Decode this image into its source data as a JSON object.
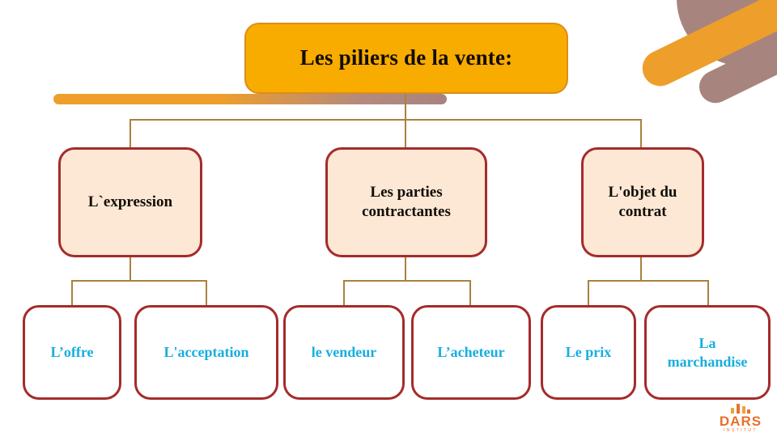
{
  "slide": {
    "background_color": "#FFFFFF",
    "title": {
      "label": "Les piliers de la vente:",
      "fill_color": "#F9AC00",
      "border_color": "#D98E1A",
      "text_color": "#120D05"
    },
    "level2": {
      "fill_color": "#FCE8D5",
      "border_color": "#A52B2B",
      "text_color": "#120D05",
      "nodes": [
        {
          "label": "L`expression"
        },
        {
          "label": "Les parties\ncontractantes"
        },
        {
          "label": "L'objet du\ncontrat"
        }
      ]
    },
    "level3": {
      "fill_color": "#FFFFFF",
      "border_color": "#A52B2B",
      "text_color": "#16AEE0",
      "nodes": [
        {
          "label": "L’offre"
        },
        {
          "label": "L'acceptation"
        },
        {
          "label": "le vendeur"
        },
        {
          "label": "L’acheteur"
        },
        {
          "label": "Le prix"
        },
        {
          "label": "La\nmarchandise"
        }
      ]
    },
    "connector_color": "#A9813E",
    "accent_bar_colors": {
      "orange": "#EE9E2A",
      "mauve": "#A8847E"
    }
  },
  "logo": {
    "wordmark": "DARS",
    "subtitle": "INSTITUT",
    "color": "#E8712A"
  },
  "chart_data": {
    "type": "diagram",
    "title": "Les piliers de la vente:",
    "structure": "hierarchy-tree",
    "levels": 3,
    "root": "Les piliers de la vente:",
    "branches": [
      {
        "name": "L`expression",
        "children": [
          "L’offre",
          "L'acceptation"
        ]
      },
      {
        "name": "Les parties contractantes",
        "children": [
          "le vendeur",
          "L’acheteur"
        ]
      },
      {
        "name": "L'objet du contrat",
        "children": [
          "Le prix",
          "La marchandise"
        ]
      }
    ]
  }
}
